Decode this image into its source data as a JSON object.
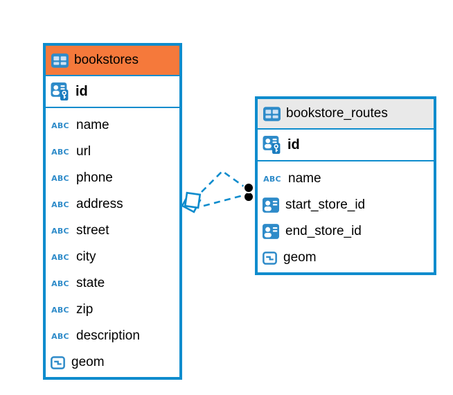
{
  "diagram": {
    "colors": {
      "table_border": "#0E8CCD",
      "icon_blue": "#2E8BC9",
      "bookstores_header": "#F5793B",
      "routes_header": "#E9E9E9",
      "text": "#000000"
    },
    "icons": {
      "text_type_label": "ABC"
    },
    "tables": [
      {
        "name": "bookstores",
        "header_color": "#F5793B",
        "columns": [
          {
            "name": "id",
            "icon": "primary-key"
          },
          {
            "name": "name",
            "icon": "text"
          },
          {
            "name": "url",
            "icon": "text"
          },
          {
            "name": "phone",
            "icon": "text"
          },
          {
            "name": "address",
            "icon": "text"
          },
          {
            "name": "street",
            "icon": "text"
          },
          {
            "name": "city",
            "icon": "text"
          },
          {
            "name": "state",
            "icon": "text"
          },
          {
            "name": "zip",
            "icon": "text"
          },
          {
            "name": "description",
            "icon": "text"
          },
          {
            "name": "geom",
            "icon": "geometry"
          }
        ]
      },
      {
        "name": "bookstore_routes",
        "header_color": "#E9E9E9",
        "columns": [
          {
            "name": "id",
            "icon": "primary-key"
          },
          {
            "name": "name",
            "icon": "text"
          },
          {
            "name": "start_store_id",
            "icon": "foreign-key"
          },
          {
            "name": "end_store_id",
            "icon": "foreign-key"
          },
          {
            "name": "geom",
            "icon": "geometry"
          }
        ]
      }
    ],
    "relationship": {
      "from_table": "bookstore_routes",
      "to_table": "bookstores",
      "line_style": "dashed",
      "line_color": "#0E8CCD",
      "source_marker": "stacked-diamonds",
      "target_marker": "stacked-black-dots",
      "link_count": 2
    }
  }
}
